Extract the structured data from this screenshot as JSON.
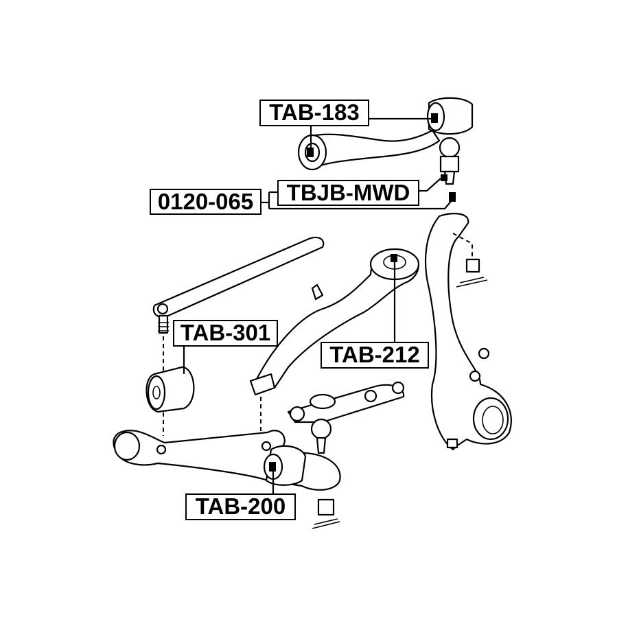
{
  "labels": {
    "tab183": "TAB-183",
    "tbjb_mwd": "TBJB-MWD",
    "p0120_065": "0120-065",
    "tab301": "TAB-301",
    "tab212": "TAB-212",
    "tab200": "TAB-200"
  }
}
